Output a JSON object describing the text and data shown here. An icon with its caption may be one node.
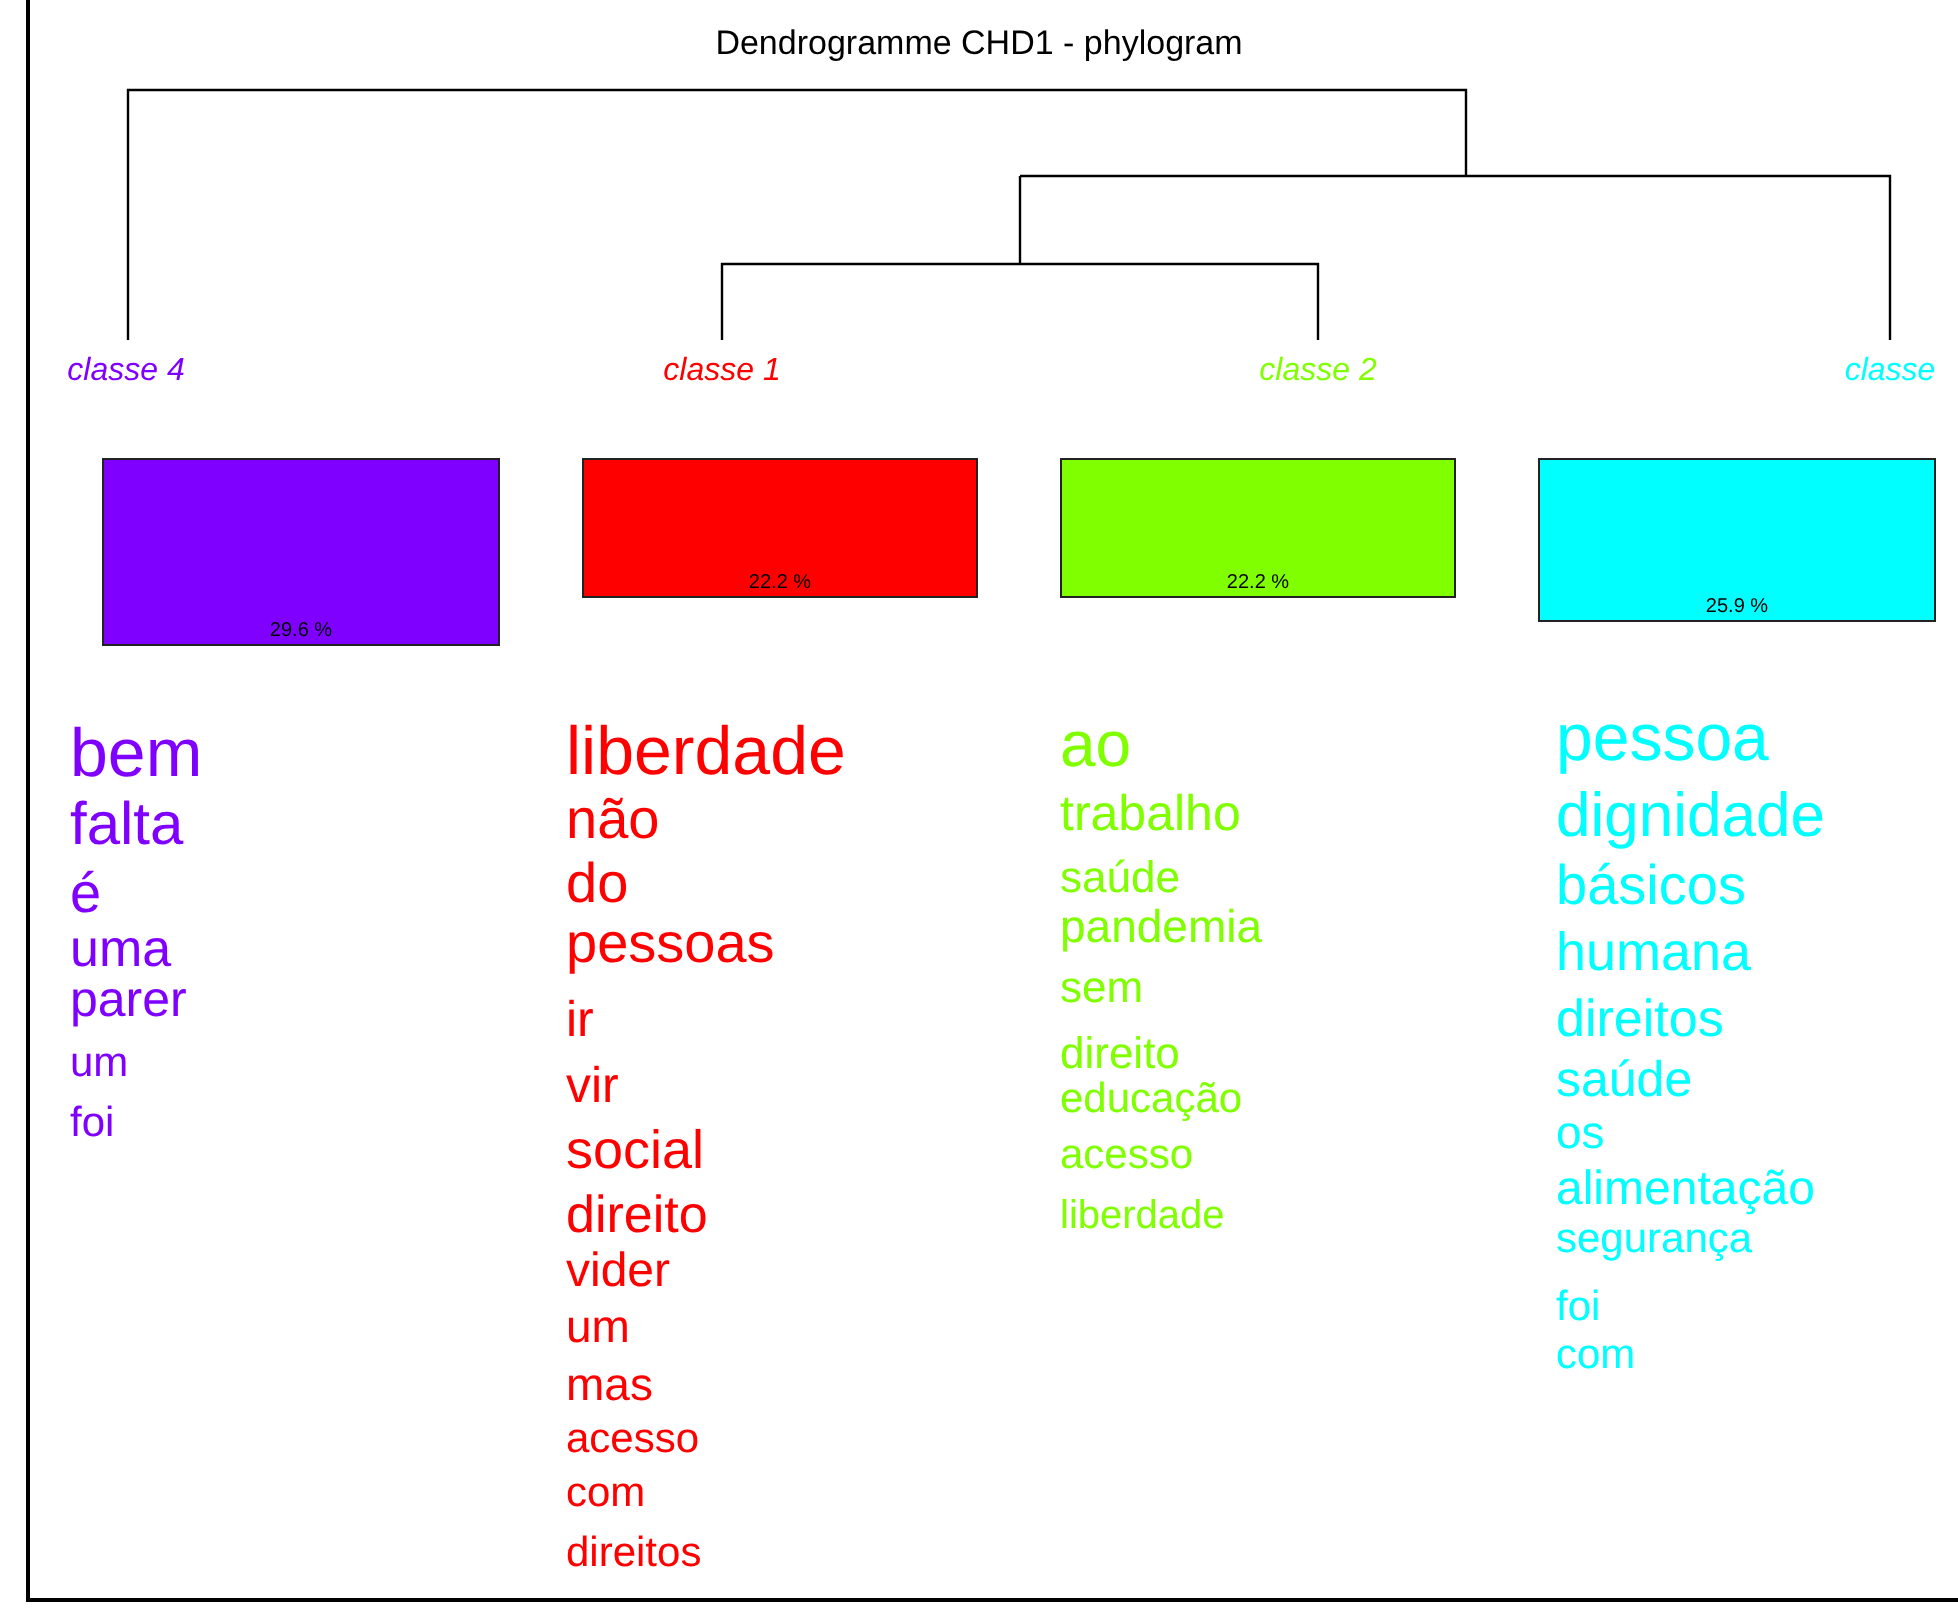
{
  "diagram": {
    "title": "Dendrogramme CHD1 - phylogram",
    "nodes": [
      {
        "text": [
          "classe 4",
          "29.6 %"
        ],
        "beside": [
          "bem",
          "falta",
          "é",
          "uma",
          "parer",
          "um",
          "foi"
        ]
      },
      {
        "text": [
          "classe 1",
          "22.2 %"
        ],
        "beside": [
          "liberdade",
          "não",
          "do",
          "pessoas",
          "ir",
          "vir",
          "social",
          "direito",
          "vider",
          "um",
          "mas",
          "acesso",
          "com",
          "direitos"
        ]
      },
      {
        "text": [
          "classe 2",
          "22.2 %"
        ],
        "beside": [
          "ao",
          "trabalho",
          "saúde",
          "pandemia",
          "sem",
          "direito",
          "educação",
          "acesso",
          "liberdade"
        ]
      },
      {
        "text": [
          "classe",
          "25.9 %"
        ],
        "beside": [
          "pessoa",
          "dignidade",
          "básicos",
          "humana",
          "direitos",
          "saúde",
          "os",
          "alimentação",
          "segurança",
          "foi",
          "com"
        ]
      }
    ]
  }
}
